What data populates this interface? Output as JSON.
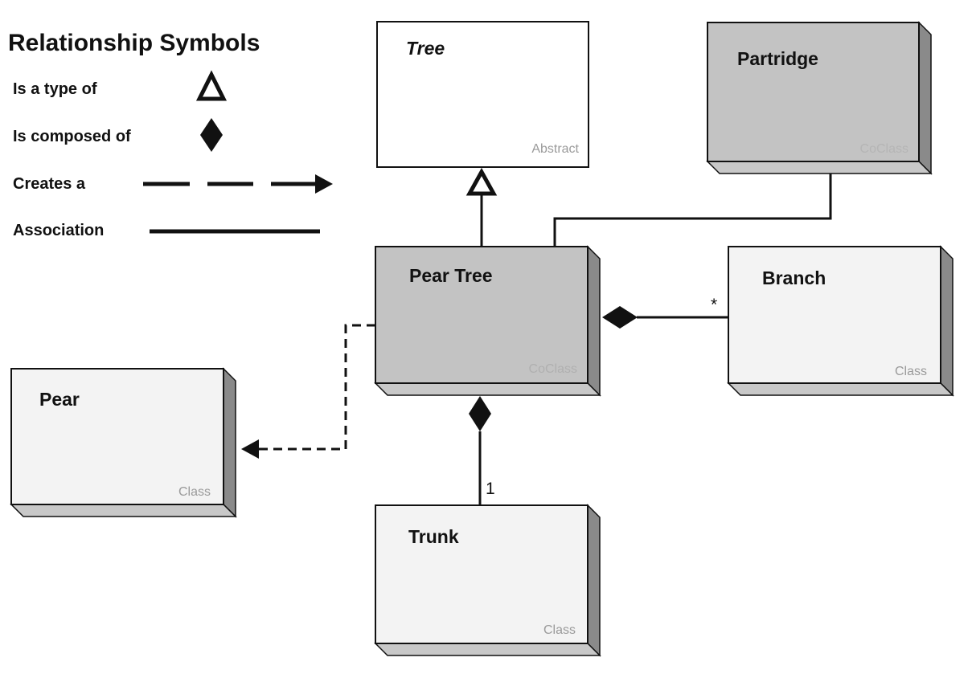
{
  "legend": {
    "title": "Relationship Symbols",
    "items": [
      {
        "label": "Is a type of",
        "symbol": "hollow-triangle"
      },
      {
        "label": "Is composed of",
        "symbol": "filled-diamond"
      },
      {
        "label": "Creates a",
        "symbol": "dashed-arrow"
      },
      {
        "label": "Association",
        "symbol": "solid-line"
      }
    ]
  },
  "colors": {
    "coclass_fill": "#c3c3c3",
    "class_fill": "#f3f3f3",
    "abstract_fill": "#ffffff",
    "side_dark": "#8a8a8a",
    "side_light": "#c8c8c8",
    "outline": "#111111",
    "kind_text": "#9a9a9a"
  },
  "boxes": {
    "tree": {
      "name": "Tree",
      "kind": "Abstract"
    },
    "partridge": {
      "name": "Partridge",
      "kind": "CoClass"
    },
    "pear_tree": {
      "name": "Pear Tree",
      "kind": "CoClass"
    },
    "branch": {
      "name": "Branch",
      "kind": "Class"
    },
    "pear": {
      "name": "Pear",
      "kind": "Class"
    },
    "trunk": {
      "name": "Trunk",
      "kind": "Class"
    }
  },
  "relationships": [
    {
      "from": "Pear Tree",
      "to": "Tree",
      "type": "Is a type of"
    },
    {
      "from": "Pear Tree",
      "to": "Partridge",
      "type": "Association"
    },
    {
      "from": "Pear Tree",
      "to": "Branch",
      "type": "Is composed of",
      "multiplicity": "*"
    },
    {
      "from": "Pear Tree",
      "to": "Trunk",
      "type": "Is composed of",
      "multiplicity": "1"
    },
    {
      "from": "Pear Tree",
      "to": "Pear",
      "type": "Creates a"
    }
  ]
}
